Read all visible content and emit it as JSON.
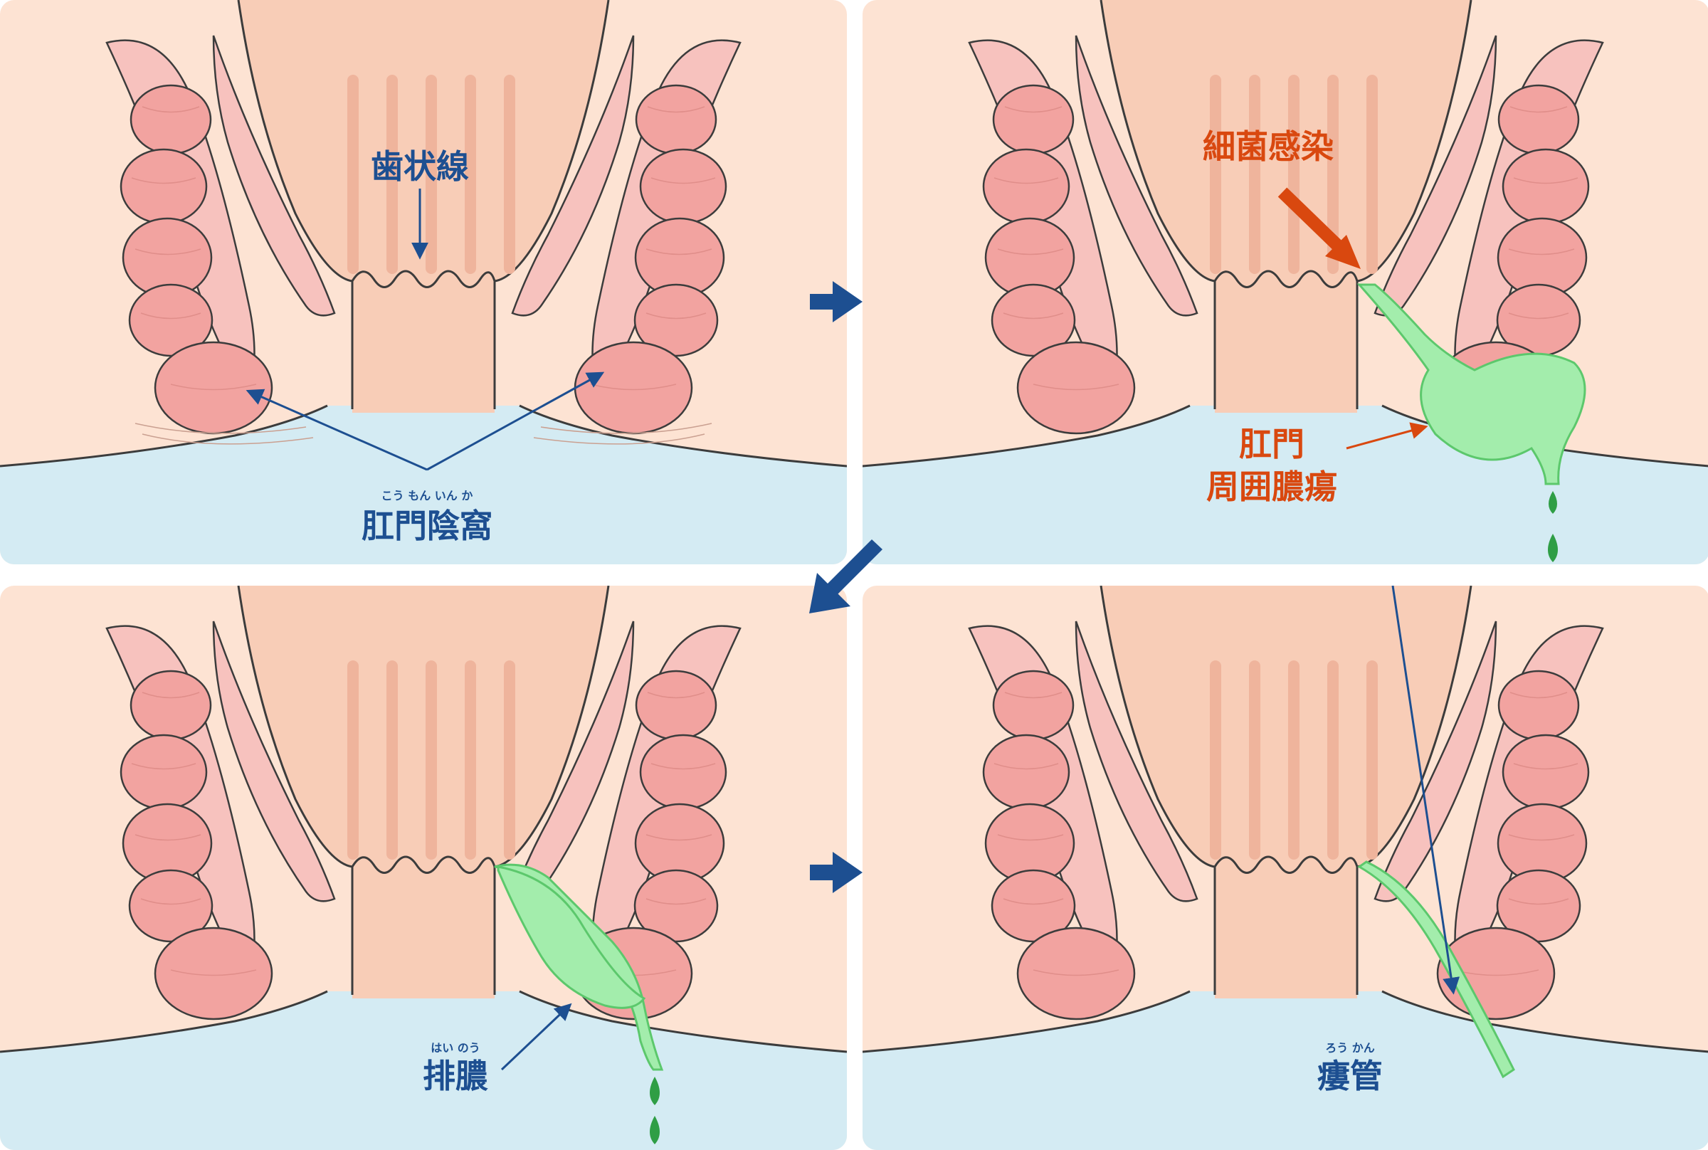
{
  "panels": [
    {
      "id": "p1",
      "labels": [
        {
          "key": "dentate_line",
          "text": "歯状線",
          "color": "blue"
        },
        {
          "key": "anal_crypt",
          "text": "肛門陰窩",
          "ruby": "こう もん いん か",
          "color": "blue"
        }
      ]
    },
    {
      "id": "p2",
      "labels": [
        {
          "key": "bacterial_infection",
          "text": "細菌感染",
          "color": "red"
        },
        {
          "key": "abscess_line1",
          "text": "肛門",
          "color": "red"
        },
        {
          "key": "abscess_line2",
          "text": "周囲膿瘍",
          "color": "red"
        }
      ]
    },
    {
      "id": "p3",
      "labels": [
        {
          "key": "drainage",
          "text": "排膿",
          "ruby": "はい のう",
          "color": "blue"
        }
      ]
    },
    {
      "id": "p4",
      "labels": [
        {
          "key": "fistula",
          "text": "瘻管",
          "ruby": "ろう かん",
          "color": "blue"
        }
      ]
    }
  ],
  "colors": {
    "skin_bg": "#fde3d3",
    "deep_bg": "#d4ebf3",
    "canal": "#f8cdb7",
    "muscle": "#f2a3a0",
    "muscle_light": "#f7c2be",
    "outline": "#3c3c3c",
    "pus": "#a3edac",
    "pus_stroke": "#5cc86c",
    "drop": "#2f9e45",
    "arrow_blue": "#1d4f91",
    "arrow_red": "#d9480f"
  },
  "icons": {
    "flow_arrows": [
      "arrow-right-icon",
      "arrow-down-left-icon",
      "arrow-right-icon"
    ]
  }
}
